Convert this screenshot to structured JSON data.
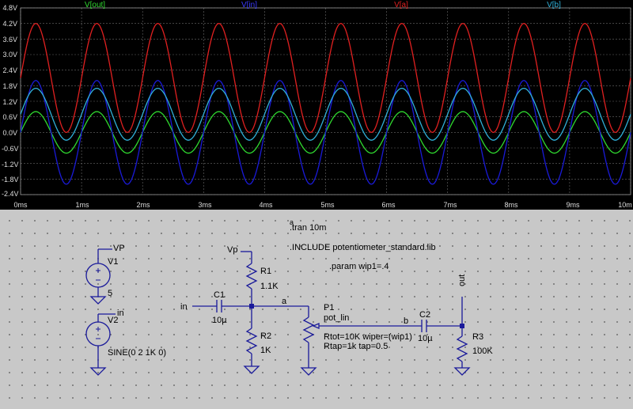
{
  "plot": {
    "traces": [
      {
        "label": "V[out]",
        "color": "#2fd82f",
        "amplitude": 0.8,
        "offset": 0.0
      },
      {
        "label": "V[in]",
        "color": "#1a1ad8",
        "amplitude": 2.0,
        "offset": 0.0
      },
      {
        "label": "V[a]",
        "color": "#e02020",
        "amplitude": 2.1,
        "offset": 2.1
      },
      {
        "label": "V[b]",
        "color": "#30b0d8",
        "amplitude": 1.0,
        "offset": 0.7
      }
    ],
    "y_ticks": [
      "4.8V",
      "4.2V",
      "3.6V",
      "3.0V",
      "2.4V",
      "1.8V",
      "1.2V",
      "0.6V",
      "0.0V",
      "-0.6V",
      "-1.2V",
      "-1.8V",
      "-2.4V"
    ],
    "x_ticks": [
      "0ms",
      "1ms",
      "2ms",
      "3ms",
      "4ms",
      "5ms",
      "6ms",
      "7ms",
      "8ms",
      "9ms",
      "10m"
    ],
    "x_range_ms": [
      0,
      10
    ],
    "y_range_v": [
      -2.4,
      4.8
    ],
    "frequency_khz": 1,
    "grid": true
  },
  "schematic": {
    "directives": {
      "tran": ".tran 10m",
      "tran_cursor": "a",
      "include": ".INCLUDE potentiometer_standard.lib",
      "param": ".param wip1=.4"
    },
    "v1": {
      "name": "V1",
      "value": "5",
      "node": "VP"
    },
    "v2": {
      "name": "V2",
      "value": "SINE(0 2 1K 0)",
      "node": "in"
    },
    "vp_label": "Vp",
    "r1": {
      "name": "R1",
      "value": "1.1K"
    },
    "r2": {
      "name": "R2",
      "value": "1K"
    },
    "c1": {
      "name": "C1",
      "value": "10µ"
    },
    "in_label": "in",
    "a_label": "a",
    "p1": {
      "name": "P1",
      "model": "pot_lin",
      "line1": "Rtot=10K wiper=(wip1)",
      "line2": "Rtap=1k tap=0.5"
    },
    "b_label": "b",
    "c2": {
      "name": "C2",
      "value": "10µ"
    },
    "out_label": "out",
    "r3": {
      "name": "R3",
      "value": "100K"
    }
  }
}
